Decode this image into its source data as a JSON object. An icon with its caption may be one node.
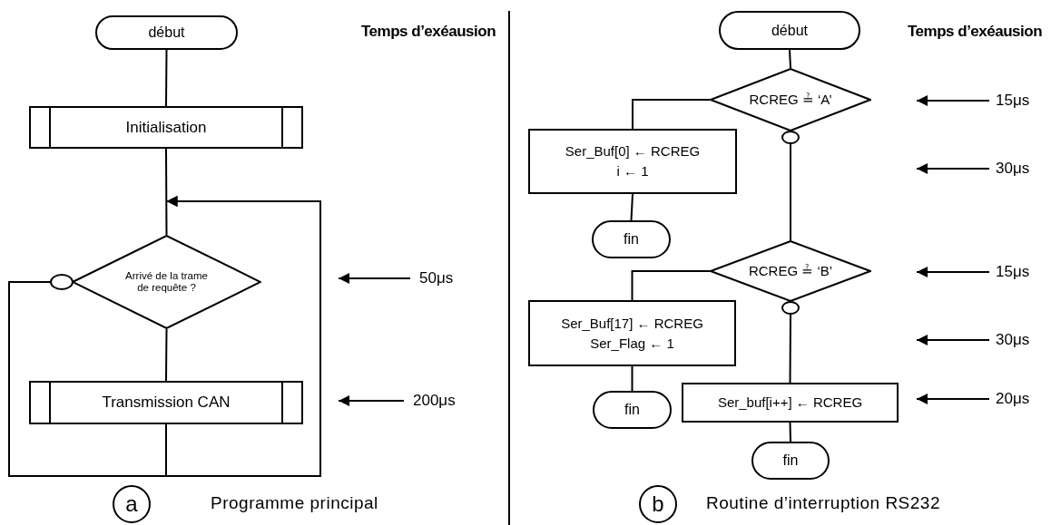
{
  "diagram": {
    "nodes": [
      {
        "text": [
          "début"
        ]
      },
      {
        "text": [
          "Initialisation"
        ]
      },
      {
        "text": [
          "Arrivé de la trame de requête ?"
        ]
      },
      {
        "text": [],
        "shape": "circle"
      },
      {
        "text": [
          "Transmission CAN"
        ]
      },
      {
        "text": [
          "a"
        ]
      },
      {
        "text": [
          "début"
        ]
      },
      {
        "text": [
          "RCREG ≟ ‘A’"
        ]
      },
      {
        "text": [],
        "shape": "circle"
      },
      {
        "text": [
          "Ser_Buf[0] ← RCREG",
          "i ← 1"
        ]
      },
      {
        "text": [
          "fin"
        ]
      },
      {
        "text": [
          "RCREG ≟ ‘B’"
        ]
      },
      {
        "text": [],
        "shape": "circle"
      },
      {
        "text": [
          "Ser_Buf[17] ← RCREG",
          "Ser_Flag ← 1"
        ]
      },
      {
        "text": [
          "fin"
        ]
      },
      {
        "text": [
          "Ser_buf[i++] ← RCREG"
        ]
      },
      {
        "text": [
          "fin"
        ]
      },
      {
        "text": [
          "b"
        ]
      }
    ],
    "edges": [
      {
        "from": 0,
        "to": 1,
        "arrow": "none"
      },
      {
        "from": 1,
        "to": 2,
        "arrow": "none"
      },
      {
        "from": 2,
        "to": 4,
        "arrow": "none"
      },
      {
        "from": 3,
        "to": 2,
        "arrow": "to"
      },
      {
        "from": 4,
        "to": 2,
        "arrow": "to"
      },
      {
        "from": 6,
        "to": 7,
        "arrow": "none"
      },
      {
        "from": 7,
        "to": 9,
        "arrow": "none"
      },
      {
        "from": 9,
        "to": 10,
        "arrow": "none"
      },
      {
        "from": 8,
        "to": 11,
        "arrow": "none"
      },
      {
        "from": 11,
        "to": 13,
        "arrow": "none"
      },
      {
        "from": 13,
        "to": 14,
        "arrow": "none"
      },
      {
        "from": 12,
        "to": 15,
        "arrow": "none"
      },
      {
        "from": 15,
        "to": 16,
        "arrow": "none"
      }
    ],
    "labels": [
      "Temps d’exéausion",
      "50μs",
      "200μs",
      "Programme principal",
      "Temps d’exéausion",
      "15μs",
      "30μs",
      "15μs",
      "30μs",
      "20μs",
      "Routine d’interruption RS232"
    ]
  }
}
